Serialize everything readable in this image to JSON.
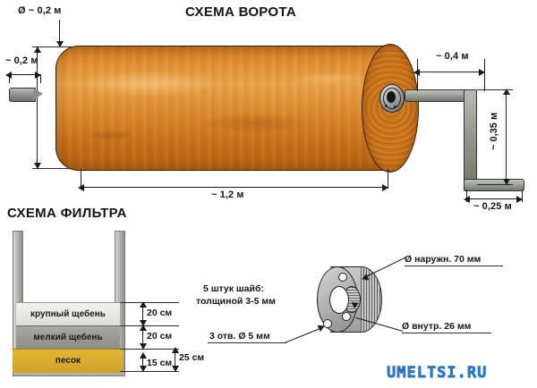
{
  "page": {
    "watermark": "UMELTSI.RU"
  },
  "roller_scheme": {
    "title": "СХЕМА ВОРОТА",
    "diameter_label": "Ø ~ 0,2 м",
    "peg_label": "~ 0,2 м",
    "length_label": "~ 1,2 м",
    "crank_arm_label": "~ 0,4 м",
    "crank_drop_label": "~ 0,35 м",
    "crank_handle_label": "~ 0,25 м"
  },
  "filter_scheme": {
    "title": "СХЕМА ФИЛЬТРА",
    "layers": [
      {
        "name": "крупный щебень",
        "thickness": "20 см",
        "color": "#e9e9e4"
      },
      {
        "name": "мелкий щебень",
        "thickness": "20 см",
        "color": "#9a9a95"
      },
      {
        "name": "песок",
        "thickness": "15 см",
        "color": "#dcab2c"
      }
    ],
    "total_label": "25 см"
  },
  "washer_scheme": {
    "count_note_line1": "5 штук шайб:",
    "count_note_line2": "толщиной 3-5 мм",
    "holes_label": "3 отв.  Ø  5 мм",
    "outer_label": "Ø  наружн. 70 мм",
    "inner_label": "Ø  внутр. 26 мм"
  }
}
